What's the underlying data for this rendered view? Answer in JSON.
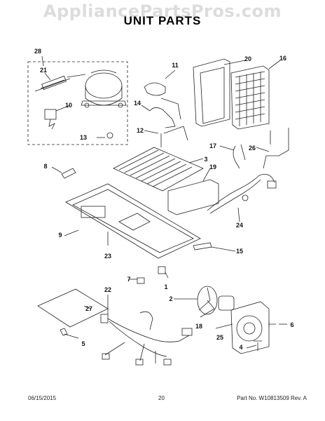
{
  "watermark": "AppliancePartsPros.com",
  "title": "UNIT PARTS",
  "callouts": [
    "1",
    "2",
    "3",
    "4",
    "5",
    "6",
    "7",
    "8",
    "9",
    "10",
    "11",
    "12",
    "13",
    "14",
    "15",
    "16",
    "17",
    "18",
    "19",
    "20",
    "21",
    "22",
    "23",
    "24",
    "25",
    "26",
    "27",
    "28"
  ],
  "footer": {
    "date": "06/15/2015",
    "page": "20",
    "part_number": "Part No.  W10813509  Rev. A"
  }
}
